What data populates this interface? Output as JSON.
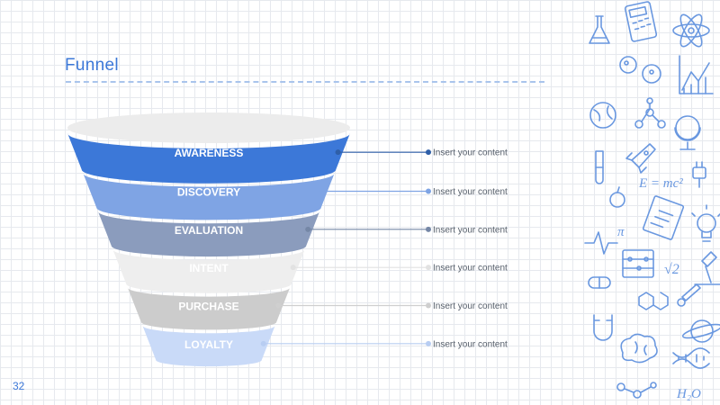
{
  "slide": {
    "title": "Funnel",
    "page_number": "32"
  },
  "funnel": {
    "stages": [
      {
        "label": "AWARENESS",
        "color": "#3c78d8",
        "text_color": "#ffffff",
        "callout": "Insert your content",
        "line_color": "#2f5fa8"
      },
      {
        "label": "DISCOVERY",
        "color": "#7fa4e4",
        "text_color": "#ffffff",
        "callout": "Insert your content",
        "line_color": "#7fa4e4"
      },
      {
        "label": "EVALUATION",
        "color": "#8b9cbd",
        "text_color": "#ffffff",
        "callout": "Insert your content",
        "line_color": "#7587a6"
      },
      {
        "label": "INTENT",
        "color": "#eeeeee",
        "text_color": "#ffffff",
        "callout": "Insert your content",
        "line_color": "#e2e2e2"
      },
      {
        "label": "PURCHASE",
        "color": "#cccccc",
        "text_color": "#ffffff",
        "callout": "Insert your content",
        "line_color": "#cfcfcf"
      },
      {
        "label": "LOYALTY",
        "color": "#c9daf8",
        "text_color": "#ffffff",
        "callout": "Insert your content",
        "line_color": "#b8cdf2"
      }
    ],
    "top_rim_color": "#ececec"
  },
  "decor": {
    "doodle_color": "#6a98e0",
    "doodle_text": [
      "E = mc²",
      "√2",
      "H₂O",
      "π"
    ]
  }
}
